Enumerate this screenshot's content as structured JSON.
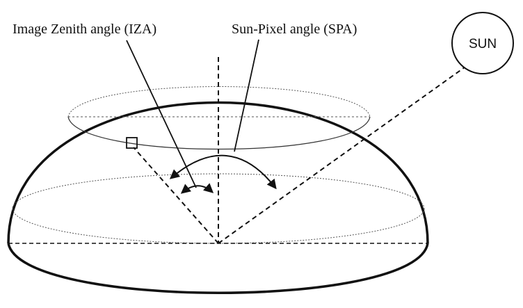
{
  "diagram": {
    "labels": {
      "iza": "Image Zenith angle (IZA)",
      "spa": "Sun-Pixel angle (SPA)",
      "sun": "SUN"
    },
    "colors": {
      "line": "#111111",
      "dotted": "#555555",
      "background": "#ffffff"
    }
  }
}
